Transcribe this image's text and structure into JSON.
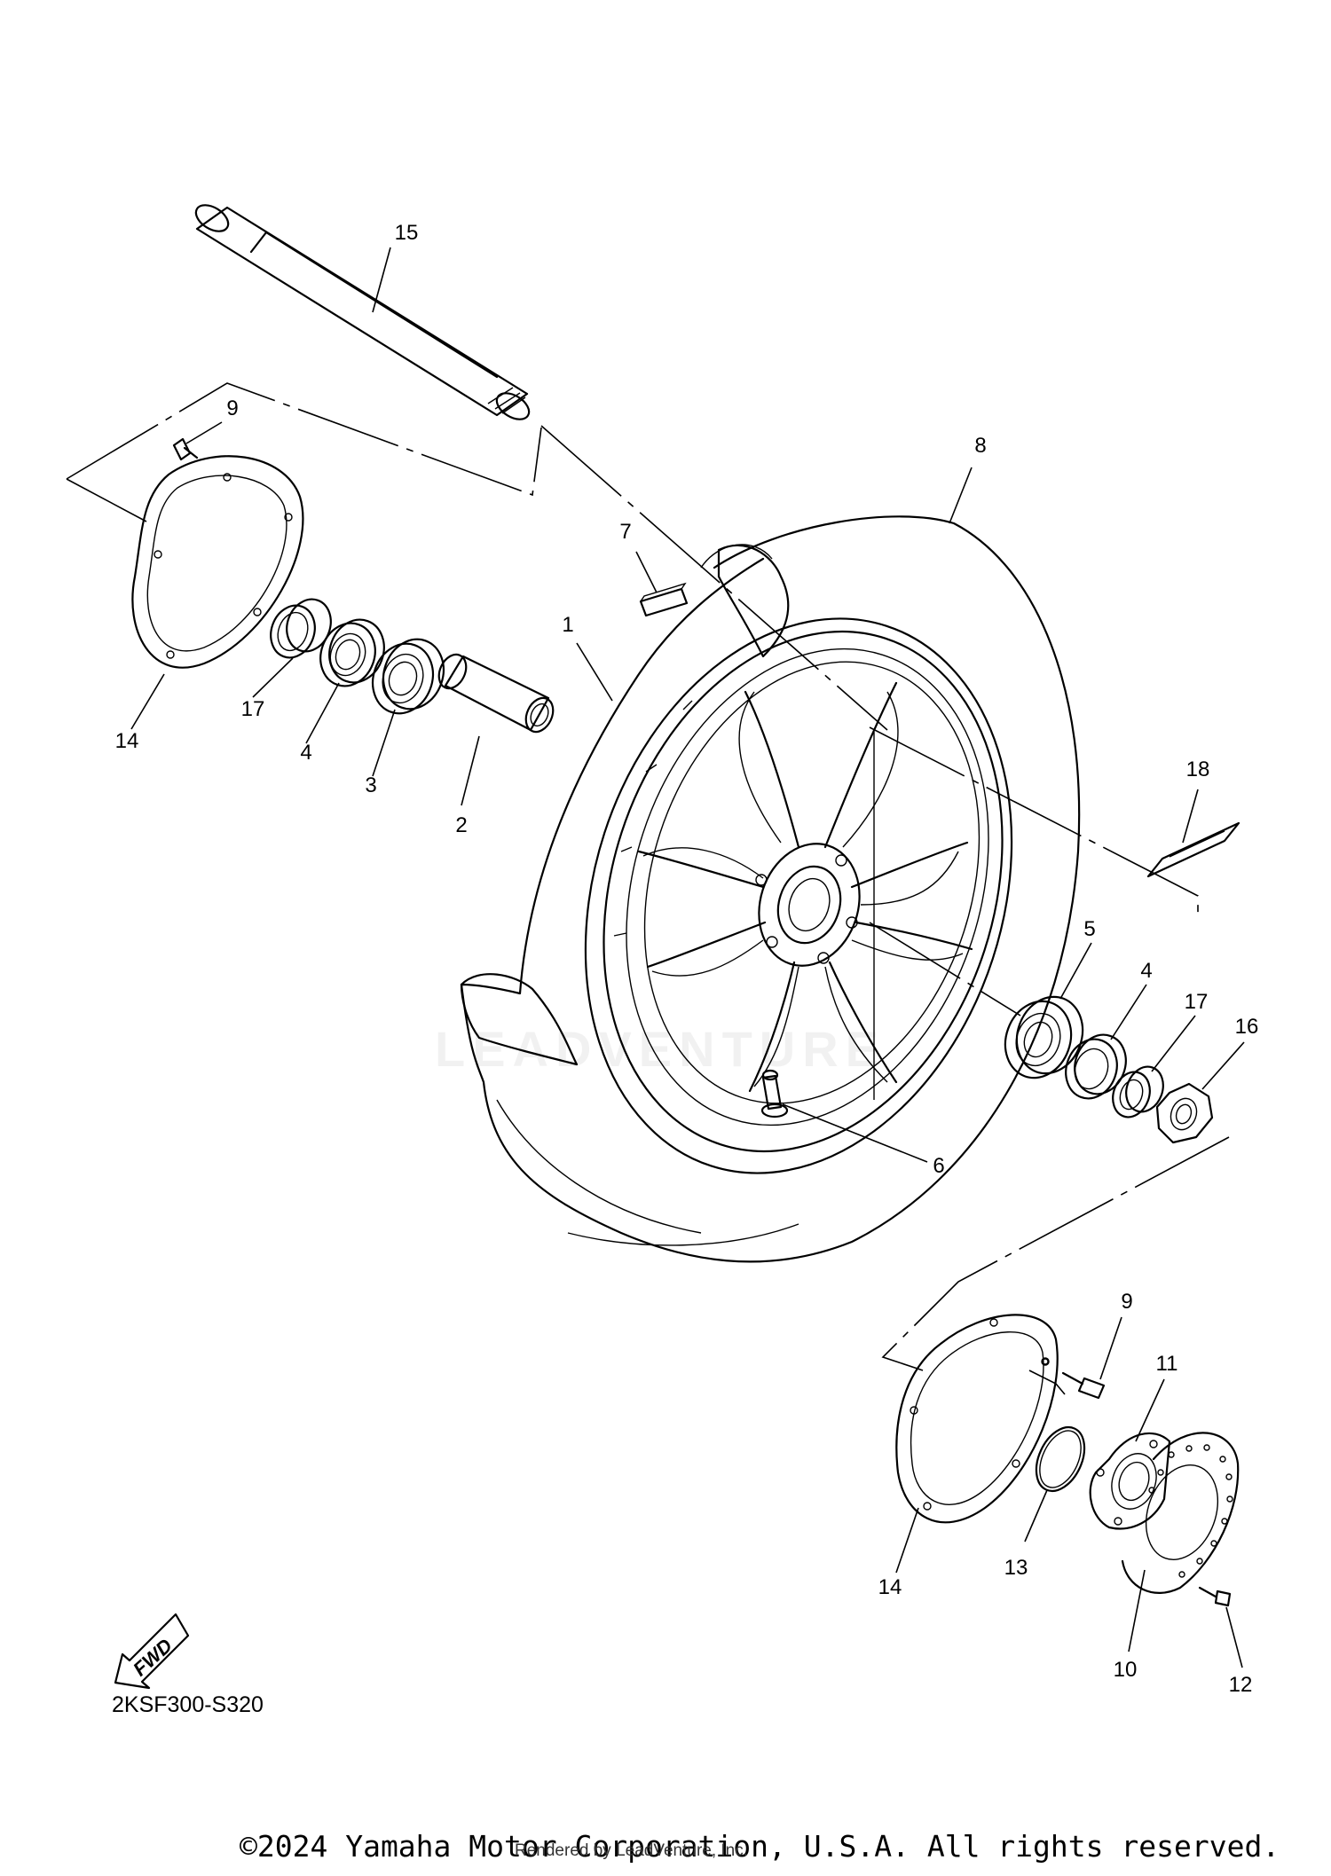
{
  "diagram": {
    "callouts": [
      "1",
      "2",
      "3",
      "4",
      "4",
      "5",
      "6",
      "7",
      "8",
      "9",
      "9",
      "10",
      "11",
      "12",
      "13",
      "14",
      "14",
      "15",
      "16",
      "17",
      "17",
      "18"
    ],
    "fwd_label": "FWD",
    "diagram_code": "2KSF300-S320"
  },
  "footer": {
    "copyright": "©2024 Yamaha Motor Corporation, U.S.A. All rights reserved.",
    "rendered_by": "Rendered by LeadVenture, Inc."
  },
  "watermark": "LEADVENTURE"
}
